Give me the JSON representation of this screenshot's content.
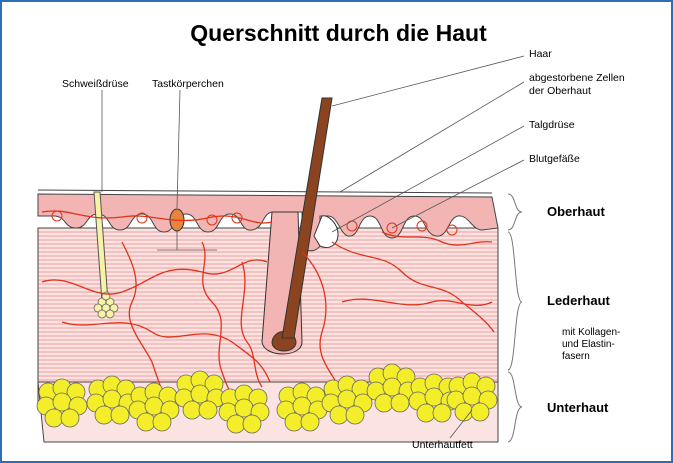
{
  "title": "Querschnitt durch die Haut",
  "labels": {
    "schweissdruese": "Schweißdrüse",
    "tastkoerperchen": "Tastkörperchen",
    "haar": "Haar",
    "abgestorbene_line1": "abgestorbene Zellen",
    "abgestorbene_line2": "der Oberhaut",
    "talgdruese": "Talgdrüse",
    "blutgefaesse": "Blutgefäße",
    "unterhautfett": "Unterhautfett"
  },
  "layers": {
    "oberhaut": "Oberhaut",
    "lederhaut": "Lederhaut",
    "lederhaut_note": [
      "mit Kollagen-",
      "und Elastin-",
      "fasern"
    ],
    "unterhaut": "Unterhaut"
  },
  "colors": {
    "frame": "#2f6db5",
    "epidermis": "#f3b5b3",
    "dermis": "#fbe3e1",
    "dermis_stripes": "#e98d8d",
    "vessels": "#e1321c",
    "hair": "#8a4420",
    "fat": "#f4ee2a",
    "sweat_gland": "#f6f2a6"
  }
}
